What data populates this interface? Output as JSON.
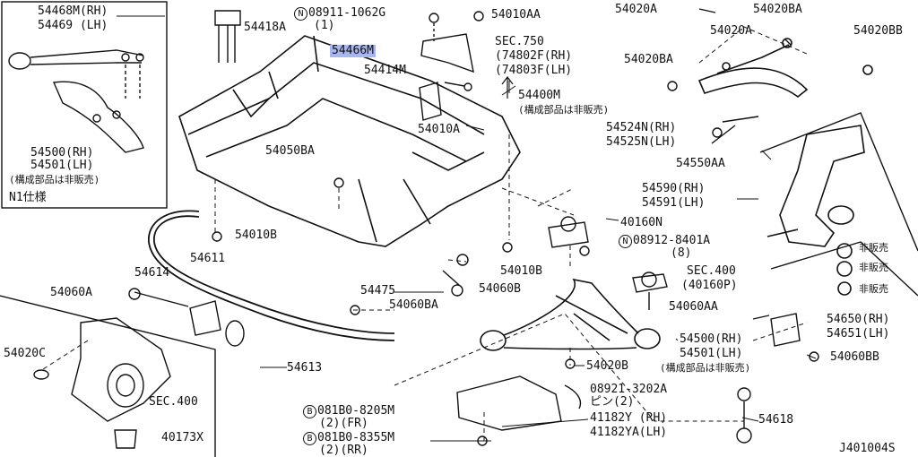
{
  "diagram": {
    "code": "J401004S",
    "highlighted_part": "54466M",
    "accent_color": "#a8b8ee",
    "labels": {
      "l54468": "54468M(RH)",
      "l54469": "54469 (LH)",
      "l54500a": "54500(RH)",
      "l54501a": "54501(LH)",
      "lnotsold_a": "(構成部品は非販売)",
      "ln1": "N1仕様",
      "l54418a": "54418A",
      "l08911": "08911-1062G",
      "l08911q": "(1)",
      "l54010aa": "54010AA",
      "l54466m": "54466M",
      "lsec750": "SEC.750",
      "l74802": "(74802F(RH)",
      "l74803": "(74803F(LH)",
      "l54414m": "54414M",
      "l54400m": "54400M",
      "lnotsold_b": "(構成部品は非販売)",
      "l54010a": "54010A",
      "l54050ba": "54050BA",
      "l54010b_a": "54010B",
      "l54614": "54614",
      "l54611": "54611",
      "l54060a": "54060A",
      "l54020c": "54020C",
      "lsec400a": "SEC.400",
      "l40173x": "40173X",
      "l54613": "54613",
      "l54475": "54475",
      "l54060ba": "54060BA",
      "l54060b": "54060B",
      "l54010b_b": "54010B",
      "l40160n": "40160N",
      "l08912": "08912-8401A",
      "l08912q": "(8)",
      "lsec400b": "SEC.400",
      "l40160p": "(40160P)",
      "l54020a_a": "54020A",
      "l54020ba_a": "54020BA",
      "l54020a_b": "54020A",
      "l54020bb": "54020BB",
      "l54020ba_b": "54020BA",
      "l54524n": "54524N(RH)",
      "l54525n": "54525N(LH)",
      "l54550aa": "54550AA",
      "l54590": "54590(RH)",
      "l54591": "54591(LH)",
      "lns1": "非販売",
      "lns2": "非販売",
      "lns3": "非販売",
      "l54060aa": "54060AA",
      "l54650": "54650(RH)",
      "l54651": "54651(LH)",
      "l54500b": "54500(RH)",
      "l54501b": "54501(LH)",
      "lnotsold_c": "(構成部品は非販売)",
      "l54060bb": "54060BB",
      "l54020b": "54020B",
      "l08921": "08921-3202A",
      "lpin": "ピン(2)",
      "l41182y": "41182Y (RH)",
      "l41182ya": "41182YA(LH)",
      "l54618": "54618",
      "l08130a": "081B0-8205M",
      "l08130aq": "(2)(FR)",
      "l08130b": "081B0-8355M",
      "l08130bq": "(2)(RR)"
    },
    "circle_marks": {
      "n": "N",
      "b": "B"
    }
  }
}
